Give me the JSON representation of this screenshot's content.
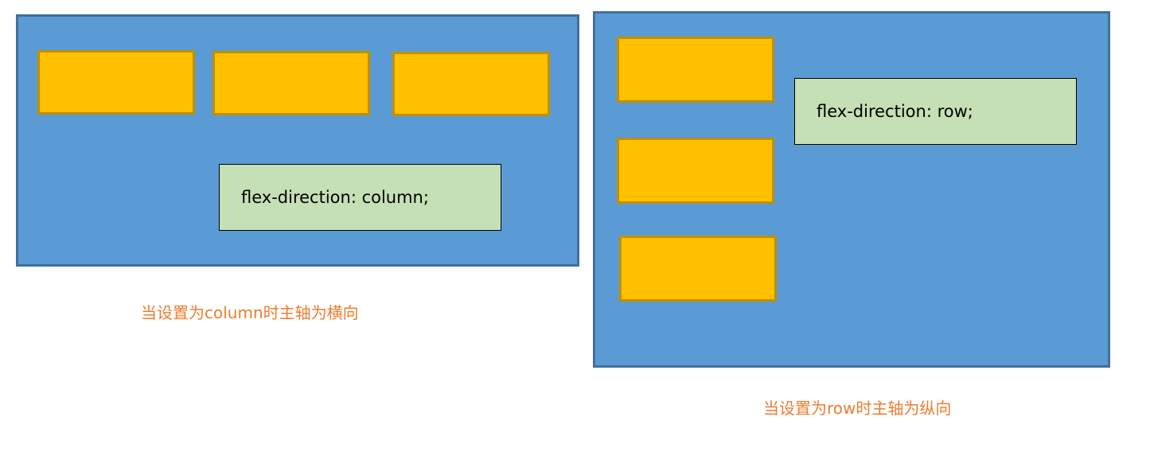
{
  "left_panel": {
    "code_label": "flex-direction: column;",
    "caption": "当设置为column时主轴为横向",
    "item_count": 3
  },
  "right_panel": {
    "code_label": "flex-direction: row;",
    "caption": "当设置为row时主轴为纵向",
    "item_count": 3
  },
  "colors": {
    "container_fill": "#5b9bd5",
    "container_border": "#41719c",
    "item_fill": "#ffc000",
    "item_border": "#bf9000",
    "label_fill": "#c5e0b4",
    "caption_text": "#ed7d31"
  }
}
